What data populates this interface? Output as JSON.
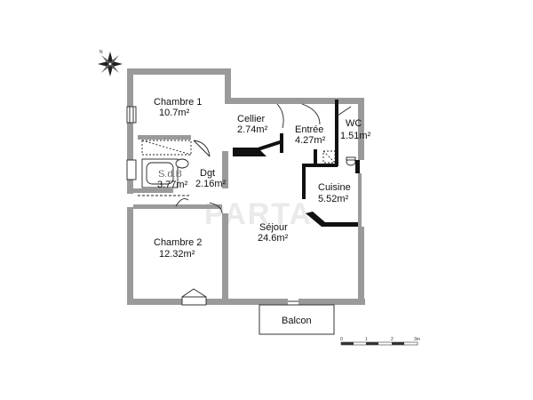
{
  "rooms": {
    "chambre1": {
      "name": "Chambre 1",
      "area": "10.7m²"
    },
    "cellier": {
      "name": "Cellier",
      "area": "2.74m²"
    },
    "entree": {
      "name": "Entrée",
      "area": "4.27m²"
    },
    "wc": {
      "name": "WC",
      "area": "1.51m²"
    },
    "sdb": {
      "name": "S.d.B",
      "area": "3.77m²"
    },
    "dgt": {
      "name": "Dgt",
      "area": "2.16m²"
    },
    "cuisine": {
      "name": "Cuisine",
      "area": "5.52m²"
    },
    "sejour": {
      "name": "Séjour",
      "area": "24.6m²"
    },
    "chambre2": {
      "name": "Chambre 2",
      "area": "12.32m²"
    },
    "balcon": {
      "name": "Balcon"
    }
  },
  "scale_bar": {
    "ticks": [
      "0",
      "1",
      "2",
      "3m"
    ]
  },
  "colors": {
    "wall": "#9a9a9a",
    "wall_dark": "#111111",
    "line": "#222222"
  }
}
